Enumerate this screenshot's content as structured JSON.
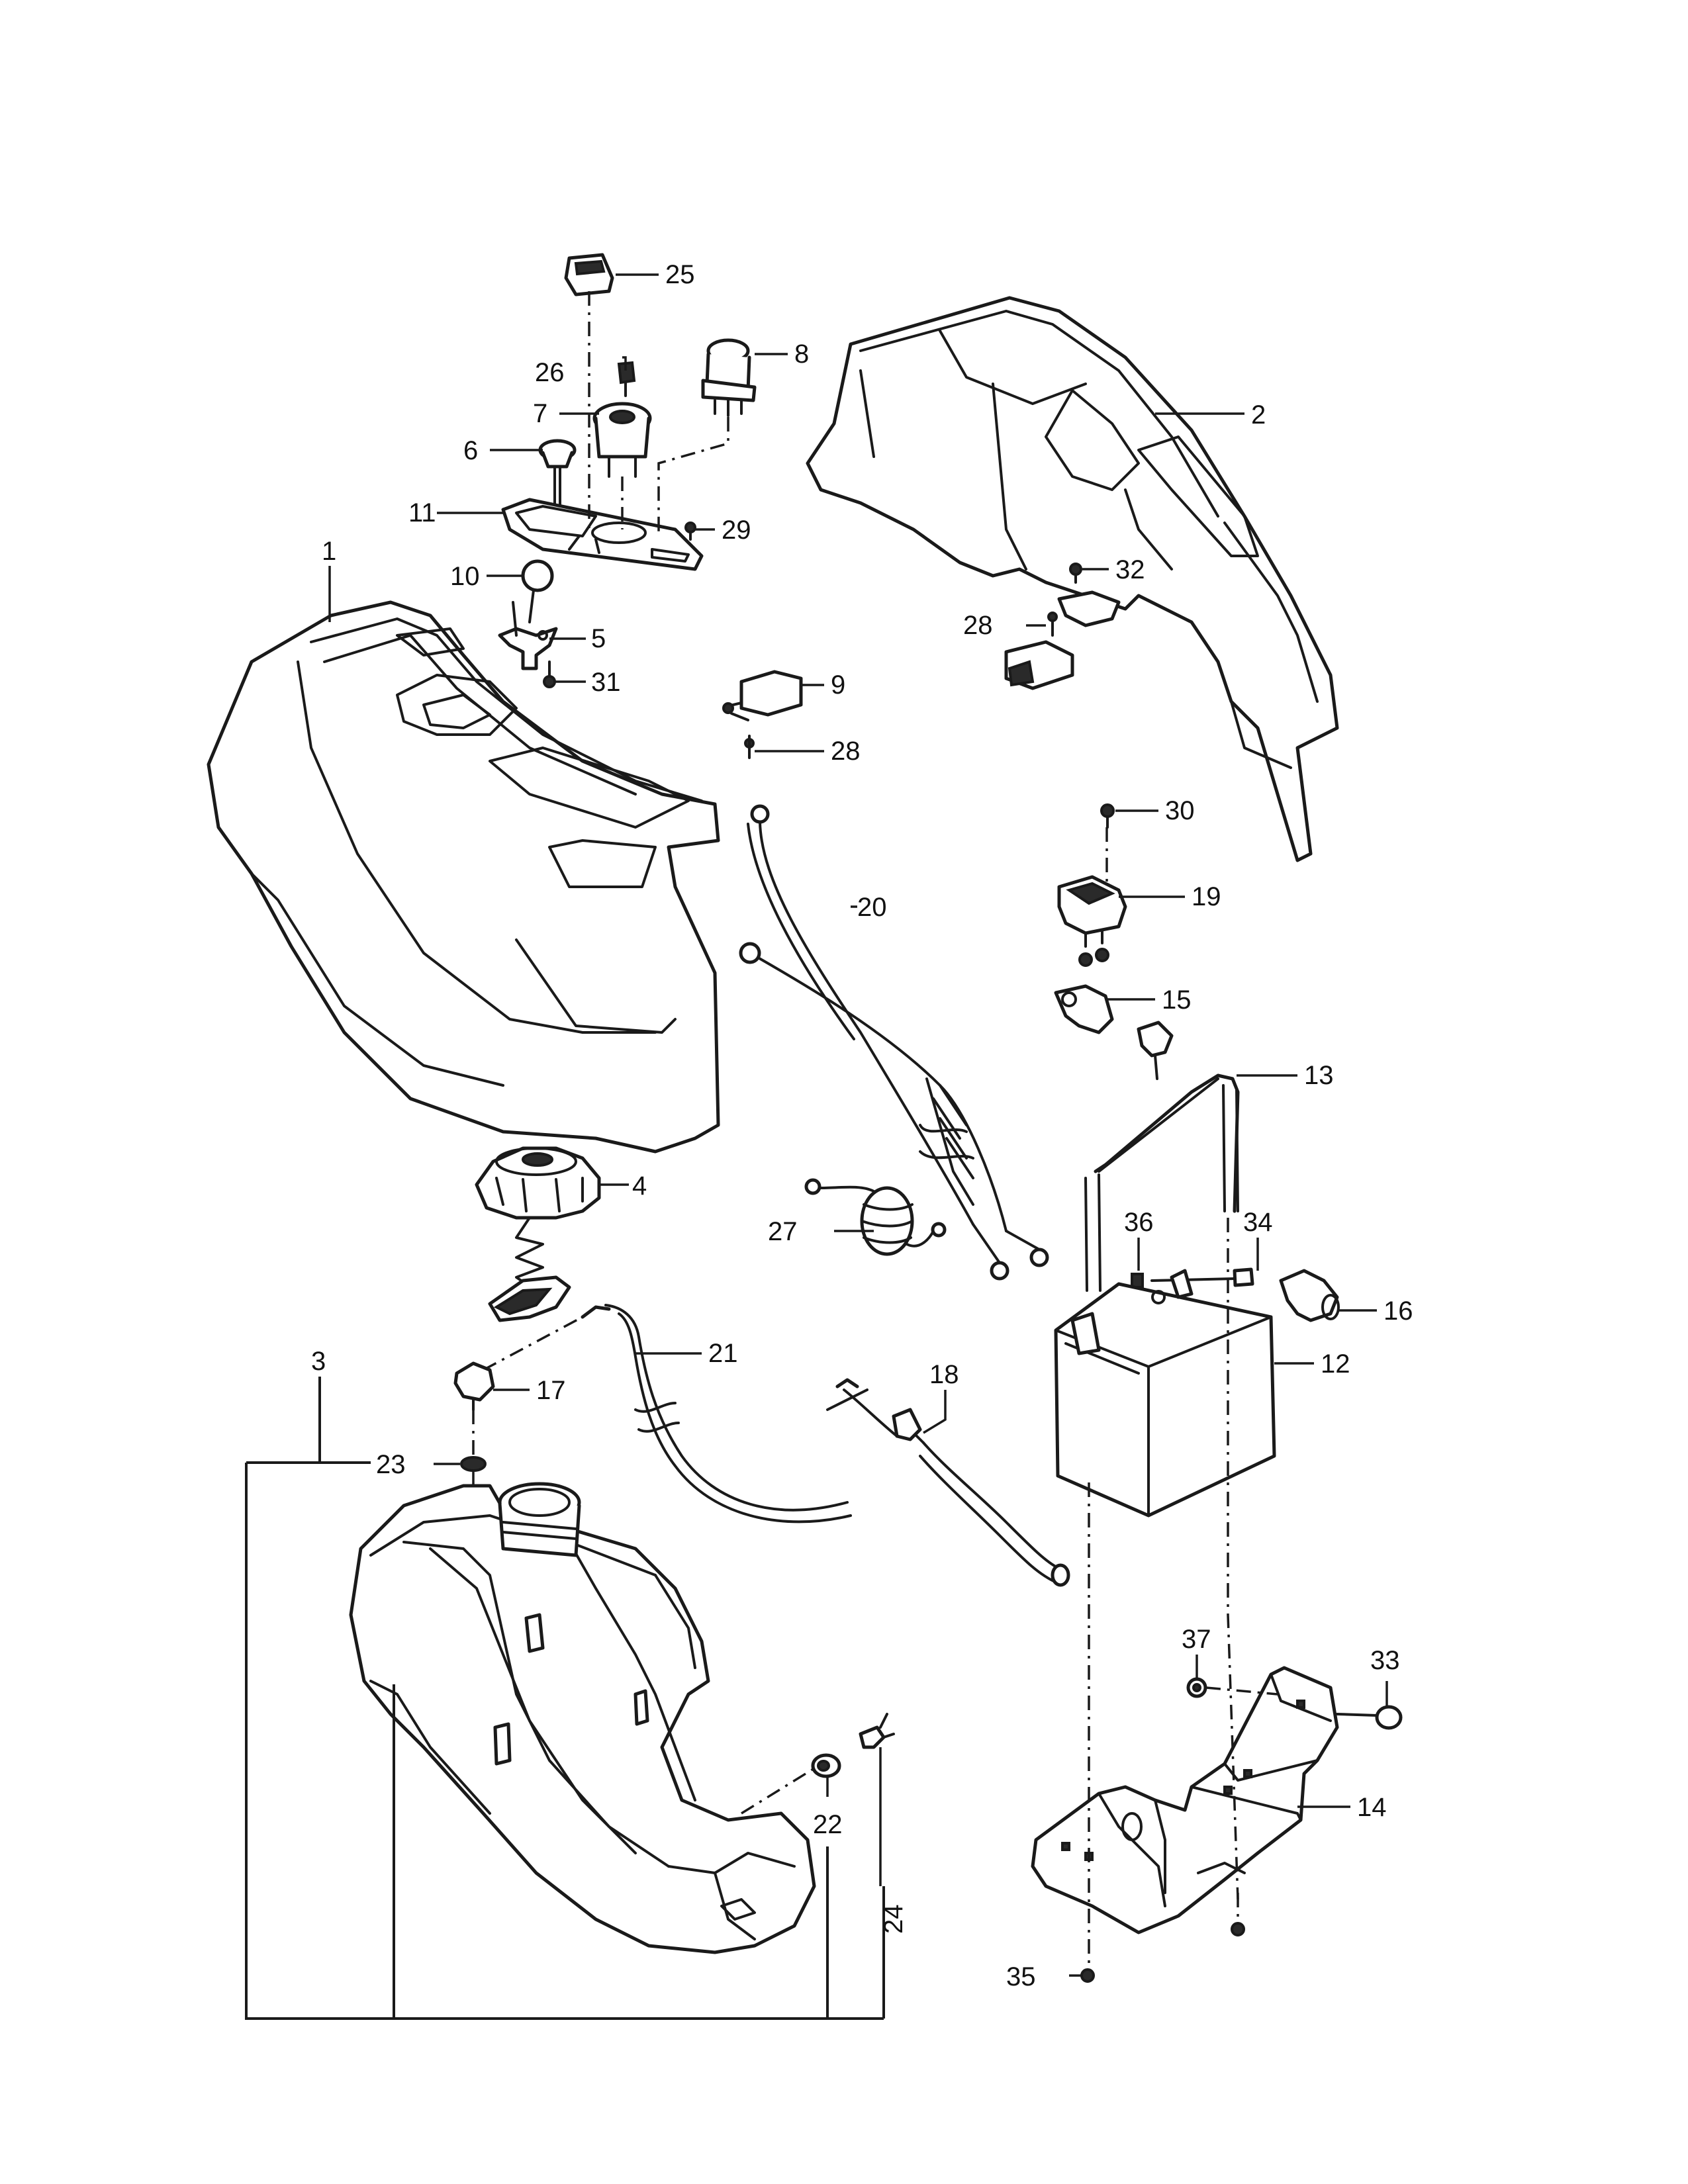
{
  "diagram": {
    "callouts": {
      "c1": "1",
      "c2": "2",
      "c3": "3",
      "c4": "4",
      "c5": "5",
      "c6": "6",
      "c7": "7",
      "c8": "8",
      "c9": "9",
      "c10": "10",
      "c11": "11",
      "c12": "12",
      "c13": "13",
      "c14": "14",
      "c15": "15",
      "c16": "16",
      "c17": "17",
      "c18": "18",
      "c19": "19",
      "c20": "20",
      "c21": "21",
      "c22": "22",
      "c23": "23",
      "c24": "24",
      "c25": "25",
      "c26": "26",
      "c27": "27",
      "c28a": "28",
      "c28b": "28",
      "c29": "29",
      "c30": "30",
      "c31": "31",
      "c32": "32",
      "c33": "33",
      "c34": "34",
      "c35": "35",
      "c36": "36",
      "c37": "37"
    }
  }
}
